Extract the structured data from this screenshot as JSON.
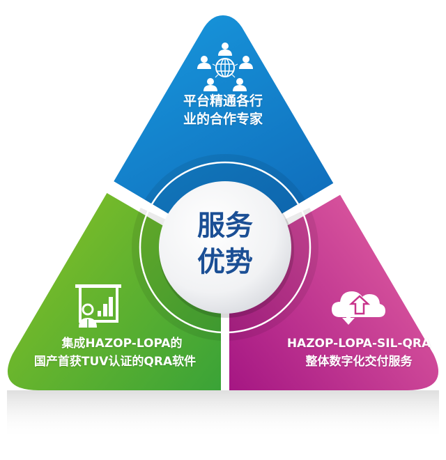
{
  "center": {
    "line1": "服务",
    "line2": "优势",
    "color": "#1b4f95"
  },
  "segments": [
    {
      "position": "top",
      "color_start": "#1aa3e6",
      "color_end": "#0d5fb0",
      "icon": "expert-network-icon",
      "line1": "平台精通各行",
      "line2": "业的合作专家"
    },
    {
      "position": "bottom-left",
      "color_start": "#8cc325",
      "color_end": "#2e9e3a",
      "icon": "presentation-chart-icon",
      "line1": "集成HAZOP-LOPA的",
      "line2": "国产首获TUV认证的QRA软件"
    },
    {
      "position": "bottom-right",
      "color_start": "#e8609e",
      "color_end": "#9b0a7e",
      "icon": "cloud-upload-download-icon",
      "line1": "HAZOP-LOPA-SIL-QRA",
      "line2": "整体数字化交付服务"
    }
  ]
}
